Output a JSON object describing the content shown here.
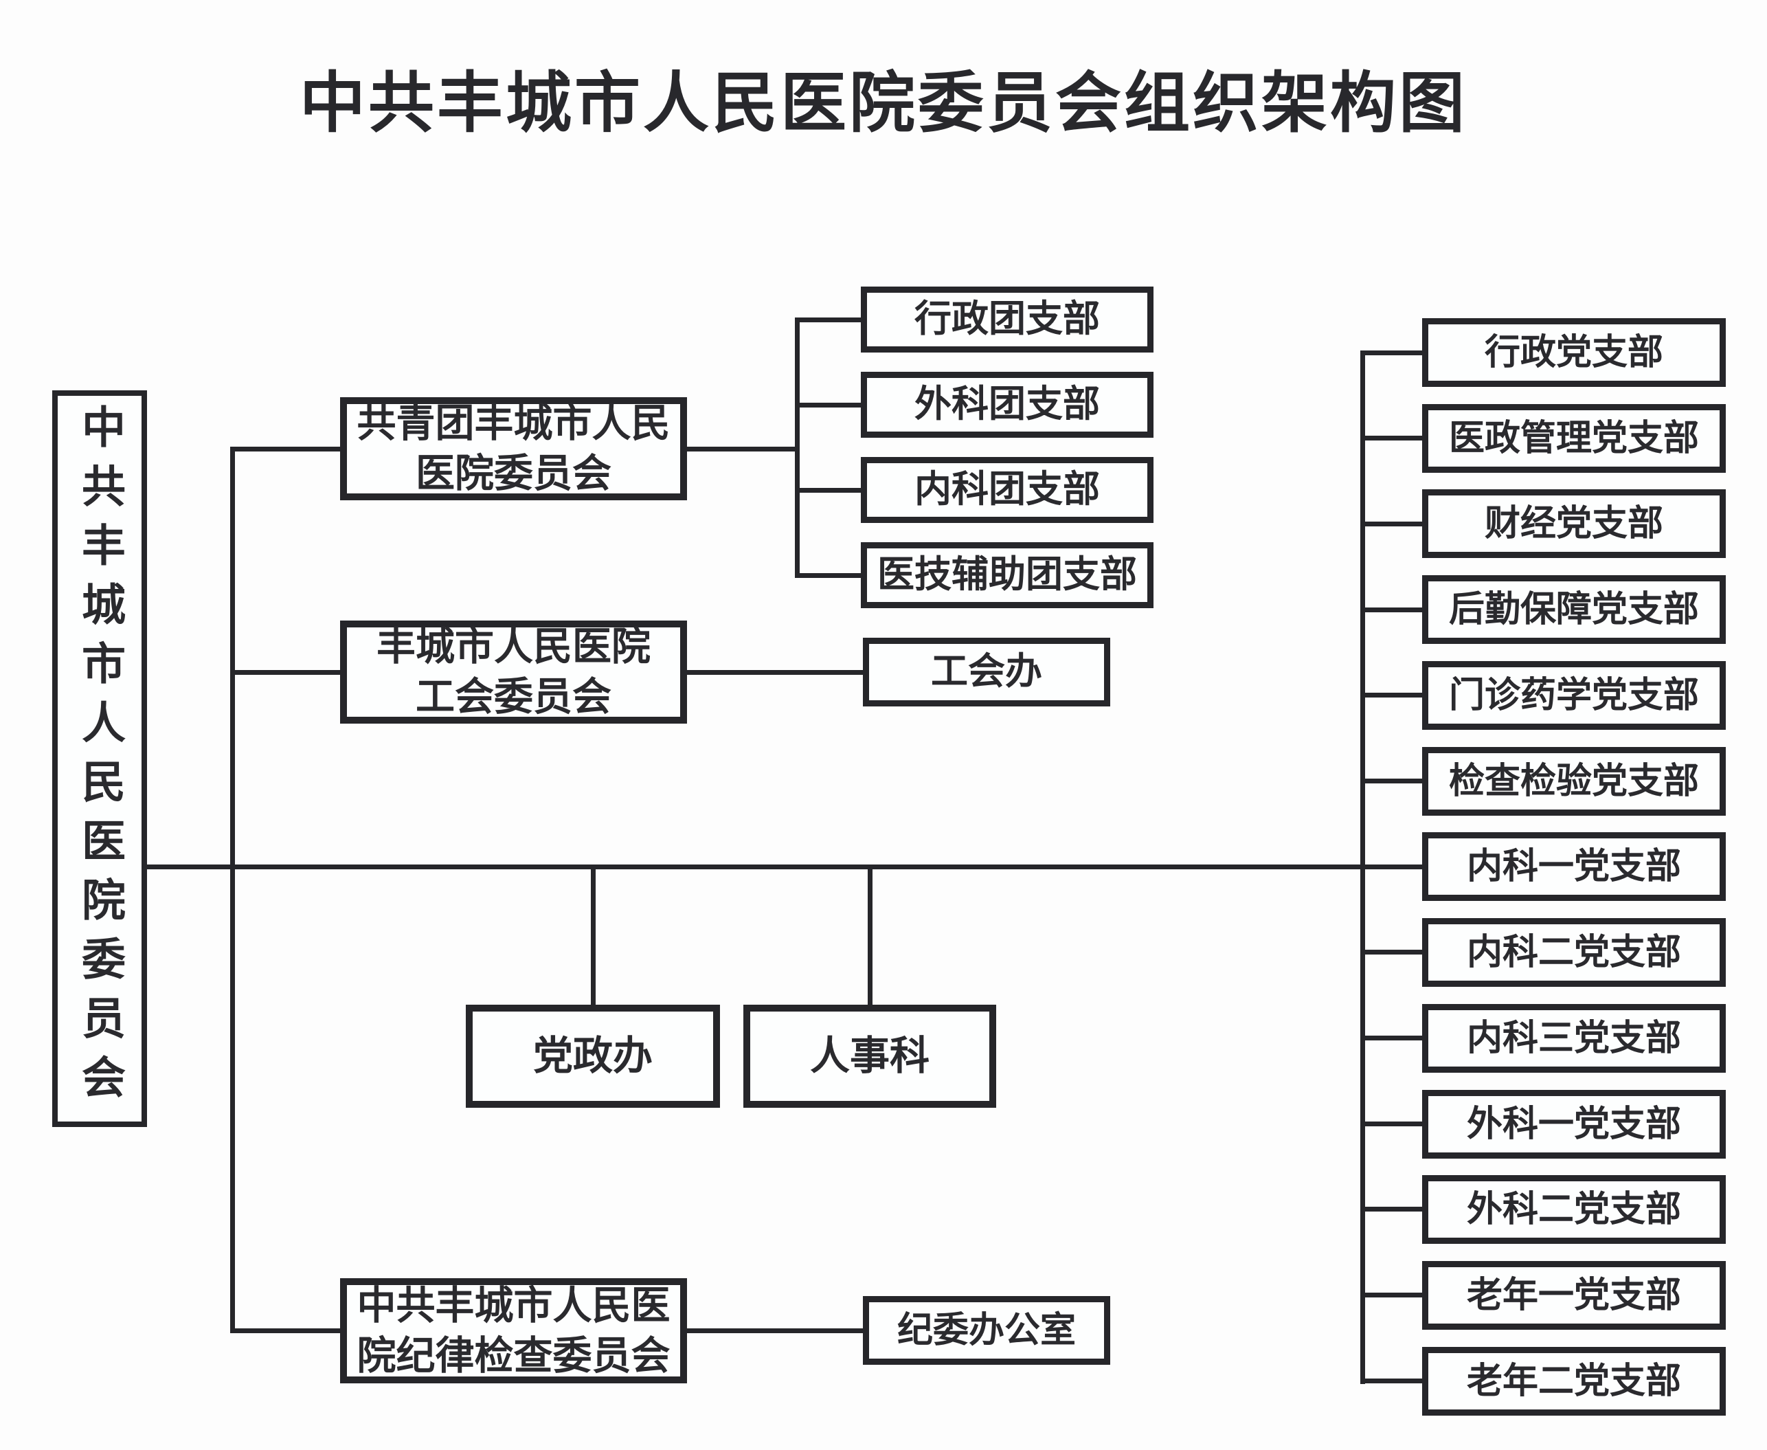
{
  "title": "中共丰城市人民医院委员会组织架构图",
  "root": {
    "label": "中共丰城市人民医院委员会"
  },
  "branches": {
    "youth_league": {
      "line1": "共青团丰城市人民",
      "line2": "医院委员会"
    },
    "labor_union": {
      "line1": "丰城市人民医院",
      "line2": "工会委员会"
    },
    "discipline": {
      "line1": "中共丰城市人民医",
      "line2": "院纪律检查委员会"
    }
  },
  "offices": {
    "party_gov_office": "党政办",
    "personnel": "人事科",
    "union_office": "工会办",
    "discipline_office": "纪委办公室"
  },
  "league_branches": [
    "行政团支部",
    "外科团支部",
    "内科团支部",
    "医技辅助团支部"
  ],
  "party_branches": [
    "行政党支部",
    "医政管理党支部",
    "财经党支部",
    "后勤保障党支部",
    "门诊药学党支部",
    "检查检验党支部",
    "内科一党支部",
    "内科二党支部",
    "内科三党支部",
    "外科一党支部",
    "外科二党支部",
    "老年一党支部",
    "老年二党支部"
  ],
  "colors": {
    "line": "#26262a",
    "text": "#2a2a2e",
    "box_bg": "#fdfefe",
    "page_bg": "#fdfdfd"
  }
}
